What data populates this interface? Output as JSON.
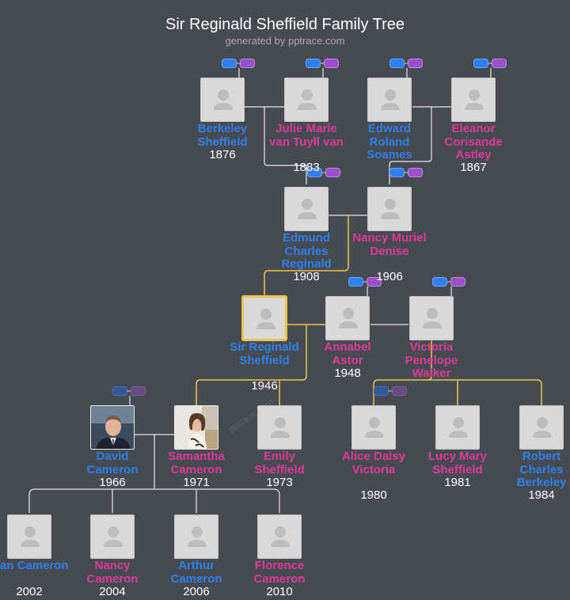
{
  "title": "Sir Reginald Sheffield Family Tree",
  "subtitle": "generated by pptrace.com",
  "watermark": "pptrace.com",
  "colors": {
    "background": "#464a51",
    "male": "#2f80ed",
    "female": "#e0399b",
    "main_line": "#f1c34a",
    "line": "#e8e8e8",
    "parents_father": "#2f80ed",
    "parents_mother": "#9b4fc9"
  },
  "people": [
    {
      "id": "berkeley-sheffield",
      "name": "Berkeley Sheffield",
      "year": "1876",
      "gender": "male",
      "photo": "placeholder"
    },
    {
      "id": "julie-marie-van-tuyll",
      "name": "Julie Marie van Tuyll van",
      "year": "1883",
      "gender": "female",
      "photo": "placeholder"
    },
    {
      "id": "edward-roland-soames",
      "name": "Edward Roland Soames",
      "year": "",
      "gender": "male",
      "photo": "placeholder"
    },
    {
      "id": "eleanor-corisande-astley",
      "name": "Eleanor Corisande Astley",
      "year": "1867",
      "gender": "female",
      "photo": "placeholder"
    },
    {
      "id": "edmund-charles-reginald",
      "name": "Edmund Charles Reginald",
      "year": "1908",
      "gender": "male",
      "photo": "placeholder"
    },
    {
      "id": "nancy-muriel-denise",
      "name": "Nancy Muriel Denise",
      "year": "1906",
      "gender": "female",
      "photo": "placeholder"
    },
    {
      "id": "sir-reginald-sheffield",
      "name": "Sir Reginald Sheffield",
      "year": "1946",
      "gender": "male",
      "photo": "placeholder"
    },
    {
      "id": "annabel-astor",
      "name": "Annabel Astor",
      "year": "1948",
      "gender": "female",
      "photo": "placeholder"
    },
    {
      "id": "victoria-penelope-walker",
      "name": "Victoria Penelope Walker",
      "year": "",
      "gender": "female",
      "photo": "placeholder"
    },
    {
      "id": "david-cameron",
      "name": "David Cameron",
      "year": "1966",
      "gender": "male",
      "photo": "portrait-man"
    },
    {
      "id": "samantha-cameron",
      "name": "Samantha Cameron",
      "year": "1971",
      "gender": "female",
      "photo": "portrait-woman"
    },
    {
      "id": "emily-sheffield",
      "name": "Emily Sheffield",
      "year": "1973",
      "gender": "female",
      "photo": "placeholder"
    },
    {
      "id": "alice-daisy-victoria",
      "name": "Alice Daisy Victoria",
      "year": "1980",
      "gender": "female",
      "photo": "placeholder"
    },
    {
      "id": "lucy-mary-sheffield",
      "name": "Lucy Mary Sheffield",
      "year": "1981",
      "gender": "female",
      "photo": "placeholder"
    },
    {
      "id": "robert-charles-berkeley",
      "name": "Robert Charles Berkeley",
      "year": "1984",
      "gender": "male",
      "photo": "placeholder"
    },
    {
      "id": "ivan-cameron",
      "name": "Ivan Cameron",
      "year": "2002",
      "gender": "male",
      "photo": "placeholder"
    },
    {
      "id": "nancy-cameron",
      "name": "Nancy Cameron",
      "year": "2004",
      "gender": "female",
      "photo": "placeholder"
    },
    {
      "id": "arthur-cameron",
      "name": "Arthur Cameron",
      "year": "2006",
      "gender": "male",
      "photo": "placeholder"
    },
    {
      "id": "florence-cameron",
      "name": "Florence Cameron",
      "year": "2010",
      "gender": "female",
      "photo": "placeholder"
    }
  ],
  "focus_person": "Sir Reginald Sheffield"
}
